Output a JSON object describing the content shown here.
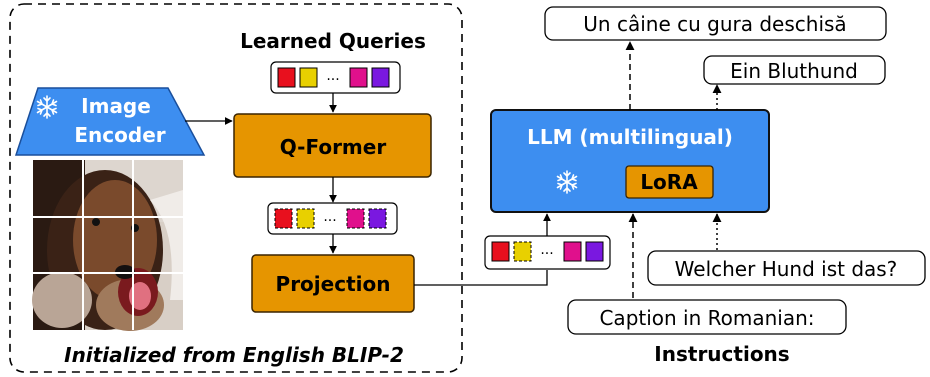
{
  "left_panel": {
    "title": "Learned Queries",
    "footer": "Initialized from English BLIP-2"
  },
  "image_encoder": {
    "line1": "Image",
    "line2": "Encoder",
    "icon": "snowflake-icon"
  },
  "qformer": {
    "label": "Q-Former"
  },
  "projection": {
    "label": "Projection"
  },
  "token_strip": {
    "colors": [
      "#e8101e",
      "#e8d000",
      "#e0108c",
      "#7a18e0"
    ],
    "ellipsis": "···"
  },
  "llm": {
    "label": "LLM (multilingual)",
    "icon": "snowflake-icon",
    "lora": "LoRA"
  },
  "outputs": {
    "romanian": "Un câine cu gura deschisă",
    "german": "Ein Bluthund"
  },
  "inputs": {
    "german_question": "Welcher Hund ist das?",
    "romanian_prompt": "Caption in Romanian:"
  },
  "instructions_title": "Instructions",
  "colors": {
    "blue": "#3d8ef0",
    "orange": "#e69500",
    "border": "#222222"
  }
}
